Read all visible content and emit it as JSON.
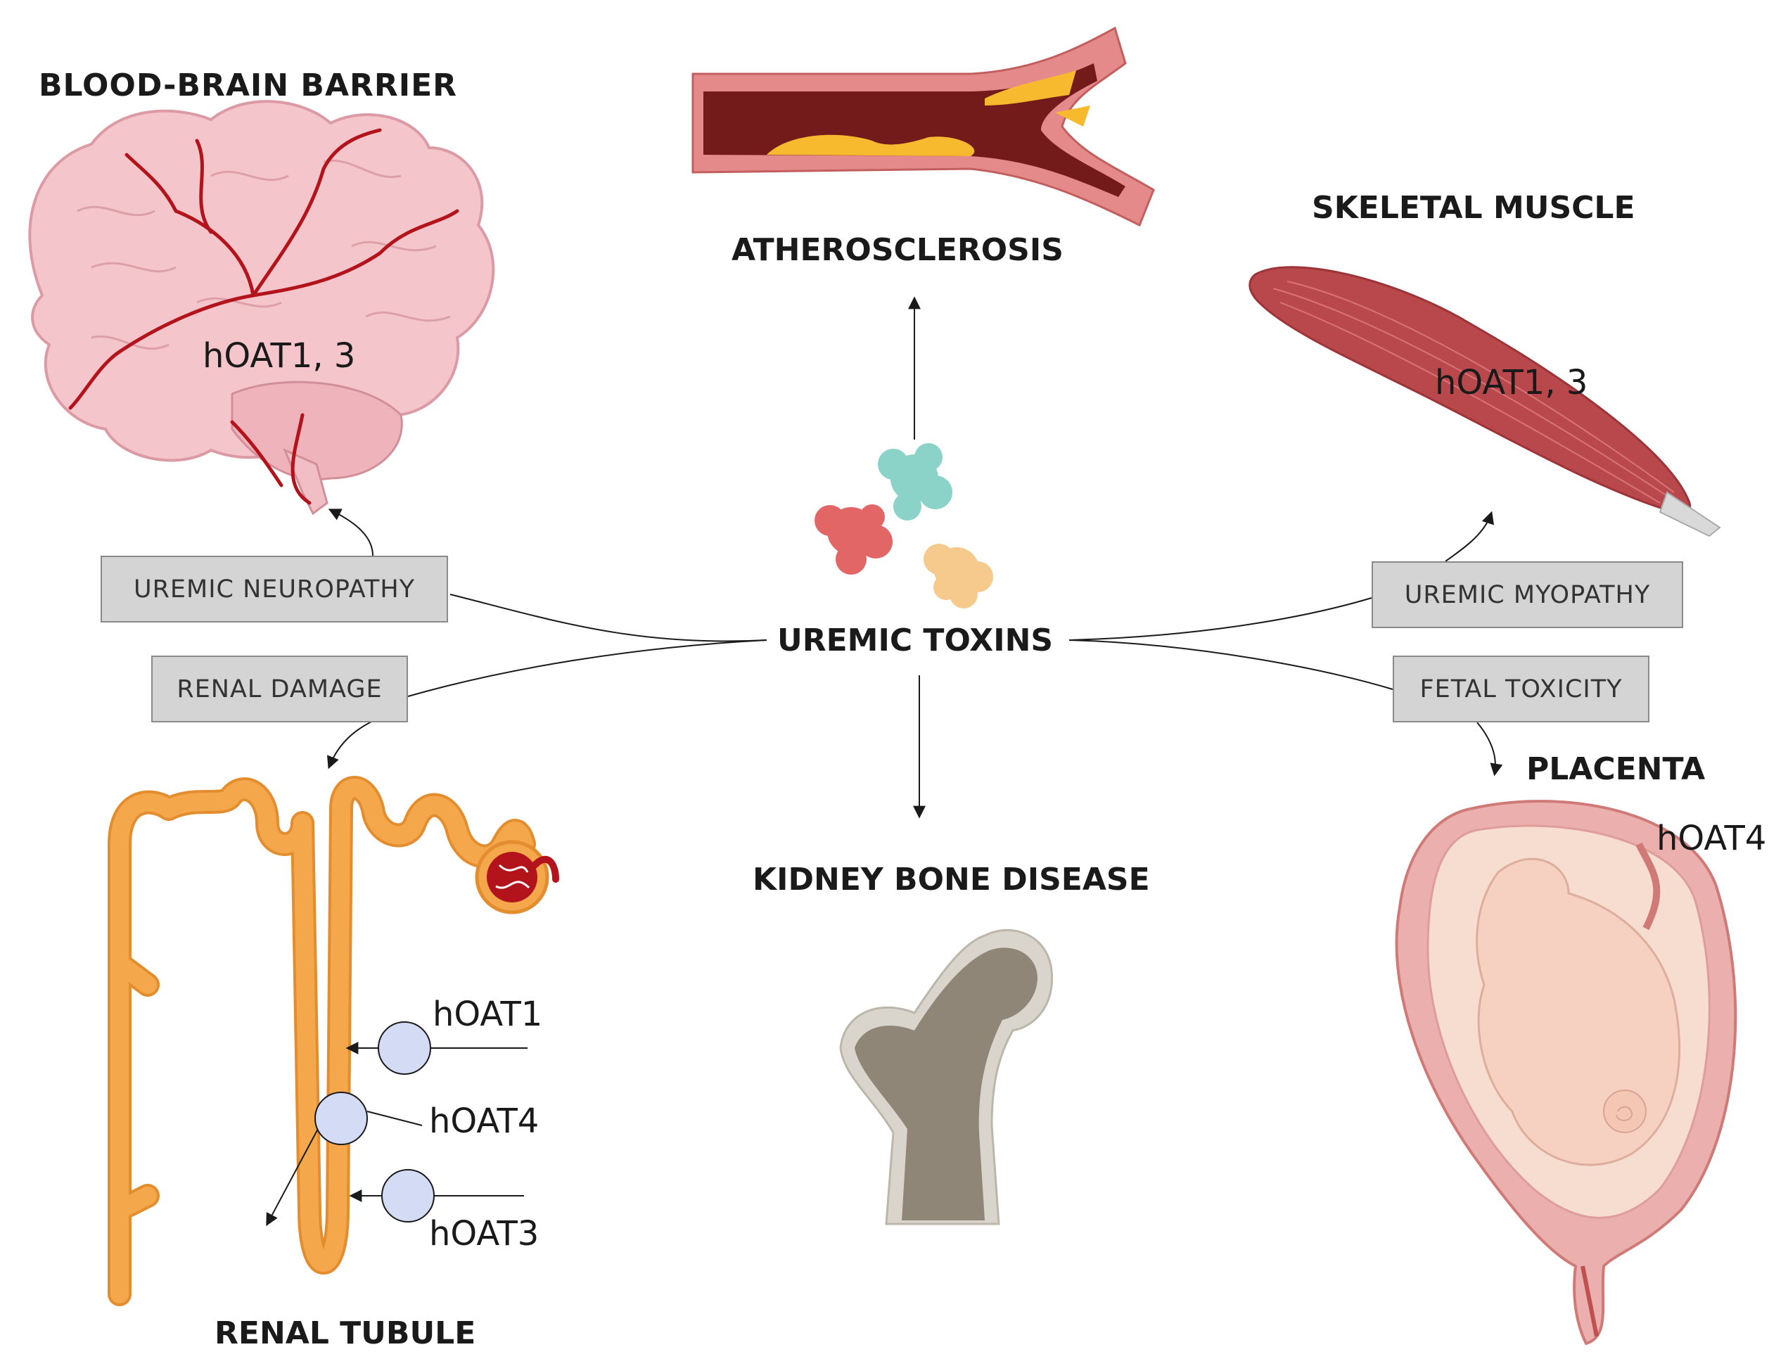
{
  "organs": {
    "bbb_title": "BLOOD-BRAIN BARRIER",
    "brain_transporters": "hOAT1, 3",
    "athero_title": "ATHEROSCLEROSIS",
    "muscle_title": "SKELETAL MUSCLE",
    "muscle_transporters": "hOAT1, 3",
    "placenta_title": "PLACENTA",
    "placenta_transporter": "hOAT4",
    "kidney_bone_title": "KIDNEY BONE DISEASE",
    "renal_tubule_title": "RENAL TUBULE"
  },
  "center": {
    "label": "UREMIC TOXINS"
  },
  "effects": {
    "neuropathy": "UREMIC NEUROPATHY",
    "renal_damage": "RENAL DAMAGE",
    "myopathy": "UREMIC MYOPATHY",
    "fetal_toxicity": "FETAL TOXICITY"
  },
  "tubule_transporters": {
    "t1": "hOAT1",
    "t4": "hOAT4",
    "t3": "hOAT3"
  },
  "colors": {
    "brain": "#f4c6cc",
    "vessel": "#b3141c",
    "muscle": "#b9484c",
    "tubule": "#f5a74c",
    "plaque": "#f7b92e",
    "bone": "#8f8678",
    "transporter": "#d4dcf5",
    "toxin_red": "#e36666",
    "toxin_teal": "#8bd3c9",
    "toxin_yellow": "#f6c98c"
  }
}
